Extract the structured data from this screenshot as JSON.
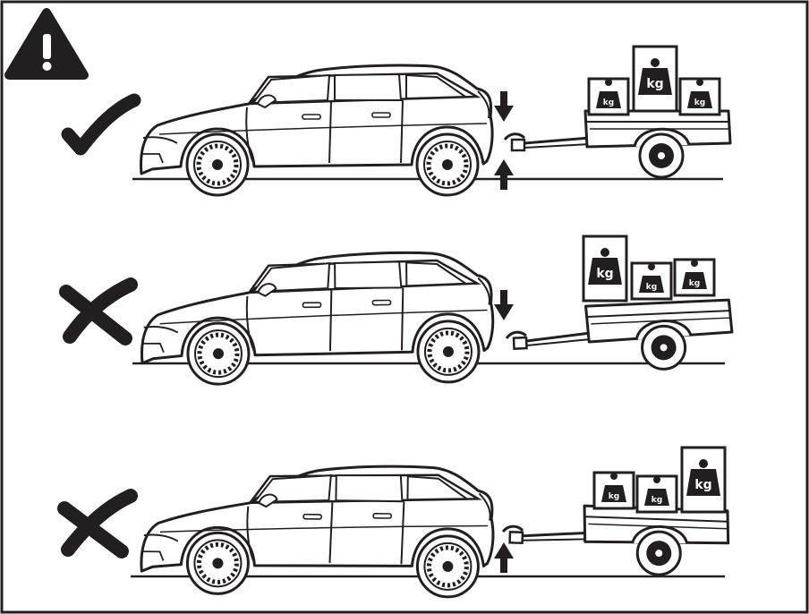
{
  "warning": {
    "icon": "warning-triangle-icon"
  },
  "scenes": [
    {
      "id": "balanced",
      "verdict": "correct",
      "verdict_icon": "check-mark-icon",
      "arrows": [
        "down",
        "up"
      ],
      "weights": [
        {
          "label": "kg",
          "size": "small"
        },
        {
          "label": "kg",
          "size": "large"
        },
        {
          "label": "kg",
          "size": "small"
        }
      ]
    },
    {
      "id": "front-heavy",
      "verdict": "incorrect",
      "verdict_icon": "cross-mark-icon",
      "arrows": [
        "down"
      ],
      "weights": [
        {
          "label": "kg",
          "size": "large"
        },
        {
          "label": "kg",
          "size": "small"
        },
        {
          "label": "kg",
          "size": "small"
        }
      ]
    },
    {
      "id": "rear-heavy",
      "verdict": "incorrect",
      "verdict_icon": "cross-mark-icon",
      "arrows": [
        "up"
      ],
      "weights": [
        {
          "label": "kg",
          "size": "small"
        },
        {
          "label": "kg",
          "size": "small"
        },
        {
          "label": "kg",
          "size": "large"
        }
      ]
    }
  ],
  "colors": {
    "ink": "#231f20",
    "paper": "#ffffff"
  }
}
